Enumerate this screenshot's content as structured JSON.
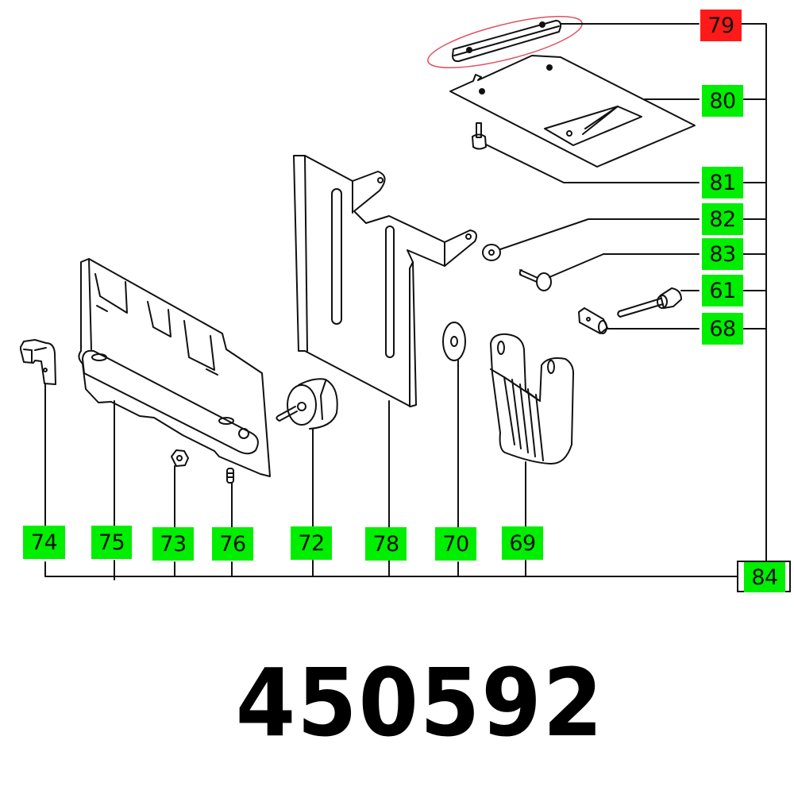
{
  "diagram": {
    "type": "exploded-parts-diagram",
    "part_number": "450592",
    "highlighted_part": "79",
    "colors": {
      "label_default": "#00ee00",
      "label_highlighted": "#ff1a1a",
      "line": "#111111",
      "highlight_ellipse": "#e05060"
    },
    "labels": {
      "p79": "79",
      "p80": "80",
      "p81": "81",
      "p82": "82",
      "p83": "83",
      "p61": "61",
      "p68": "68",
      "p74": "74",
      "p75": "75",
      "p73": "73",
      "p76": "76",
      "p72": "72",
      "p78": "78",
      "p70": "70",
      "p69": "69",
      "p84": "84"
    },
    "right_column_order": [
      "79",
      "80",
      "81",
      "82",
      "83",
      "61",
      "68"
    ],
    "bottom_row_order": [
      "74",
      "75",
      "73",
      "76",
      "72",
      "78",
      "70",
      "69"
    ],
    "assembly_label": "84"
  }
}
